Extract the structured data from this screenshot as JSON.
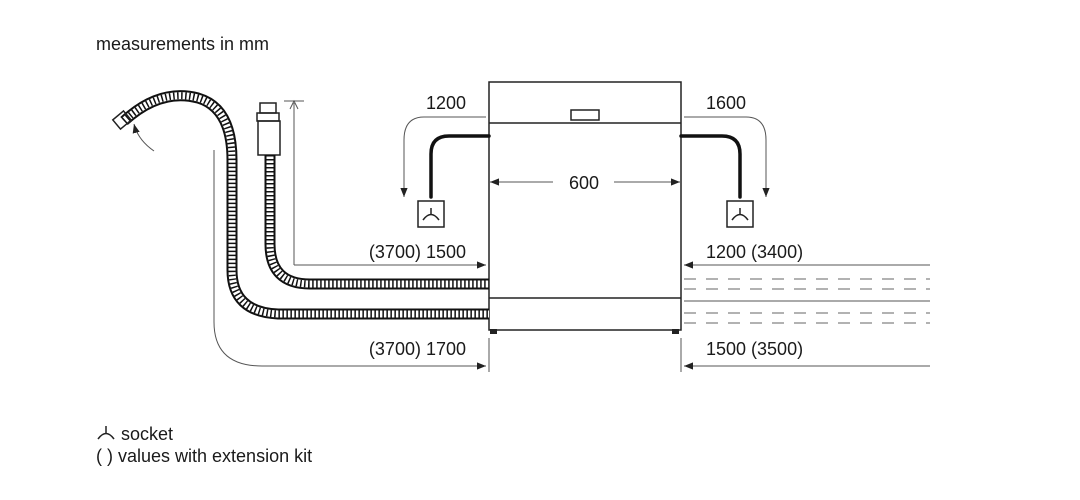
{
  "header": {
    "units_note": "measurements in mm"
  },
  "dimensions": {
    "appliance_width": "600",
    "cable_left": "1200",
    "cable_right": "1600",
    "hose_inlet_left": "(3700) 1500",
    "hose_drain_left": "(3700) 1700",
    "hose_inlet_right": "1200 (3400)",
    "hose_drain_right": "1500 (3500)"
  },
  "legend": {
    "socket_label": "socket",
    "extension_label": "( ) values with extension kit"
  }
}
